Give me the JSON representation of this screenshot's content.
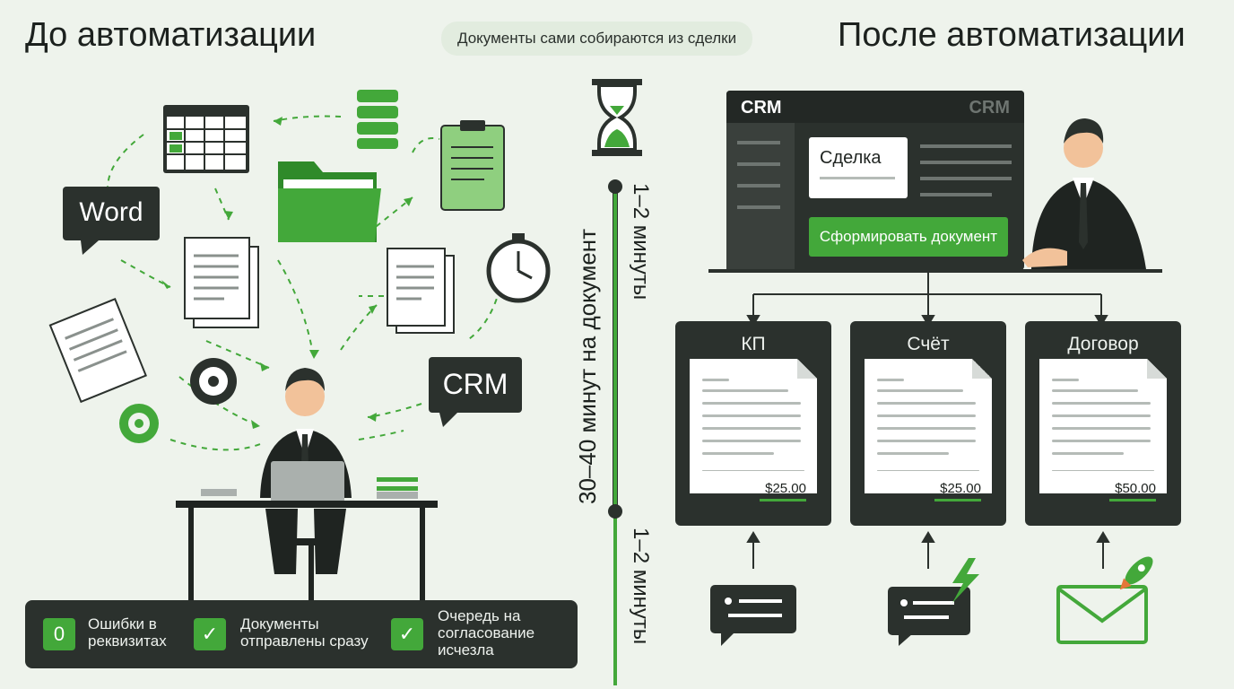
{
  "headings": {
    "before": "До автоматизации",
    "after": "После автоматизации",
    "tagline": "Документы сами собираются из сделки"
  },
  "left_scene": {
    "word_label": "Word",
    "crm_label": "CRM"
  },
  "timeline": {
    "main_label": "30–40 минут на документ",
    "top_label": "1–2 минуты",
    "bottom_label": "1–2 минуты"
  },
  "crm_window": {
    "title_left": "CRM",
    "title_right": "CRM",
    "deal_label": "Сделка",
    "generate_button": "Сформировать документ"
  },
  "documents": [
    {
      "title": "КП",
      "price": "$25.00"
    },
    {
      "title": "Счёт",
      "price": "$25.00"
    },
    {
      "title": "Договор",
      "price": "$50.00"
    }
  ],
  "stats": [
    {
      "badge": "0",
      "text_lines": [
        "Ошибки в",
        "реквизитах"
      ]
    },
    {
      "badge": "✓",
      "text_lines": [
        "Документы",
        "отправлены сразу"
      ]
    },
    {
      "badge": "✓",
      "text_lines": [
        "Очередь на",
        "согласование",
        "исчезла"
      ]
    }
  ],
  "colors": {
    "accent_green": "#43a83a",
    "dark_panel": "#2b312d",
    "background": "#eef3ec"
  }
}
